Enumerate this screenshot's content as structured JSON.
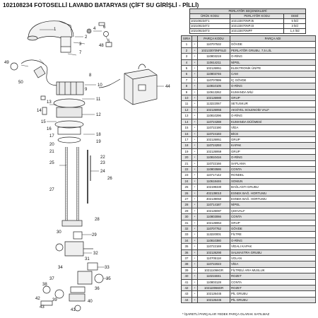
{
  "title": "102108234 FOTOSELLİ LAVABO BATARYASI (ÇİFT SU GİRİŞLİ - PİLLİ)",
  "options": {
    "heading": "PERLATÖR SEÇENEKLERİ",
    "columns": [
      "ÜRÜN KODU",
      "PERLATÖR KODU",
      "DEBİ"
    ],
    "rows": [
      [
        "102108234T1",
        "102133070NPJ5",
        "5 lt/d"
      ],
      [
        "102108234T2",
        "102133070NPJ3",
        "3 lt/d"
      ],
      [
        "102108234T3",
        "102133070NPF",
        "1,4 lt/d"
      ]
    ]
  },
  "parts_table": {
    "columns": [
      "SIRA",
      "",
      "PARÇA KODU",
      "PARÇA ADI"
    ],
    "rows": [
      [
        "1",
        "*",
        "110707532",
        "GÖVDE"
      ],
      [
        "2",
        "*",
        "102133070NPSLD",
        "PERLATÖR GRUBU, 7,5 Lt/L"
      ],
      [
        "3",
        "*",
        "110803219",
        "O-RİNG"
      ],
      [
        "4",
        "*",
        "110614211",
        "NİPEL"
      ],
      [
        "5",
        "*",
        "102126951",
        "ELEKTRONİK ÜNİTE"
      ],
      [
        "6",
        "*",
        "110803746",
        "CAM"
      ],
      [
        "7",
        "*",
        "110707899",
        "İÇ GÖVDE"
      ],
      [
        "8",
        "*",
        "110810105",
        "O-RİNG"
      ],
      [
        "9",
        "*",
        "110613262",
        "KUMANDA MİLİ"
      ],
      [
        "10",
        "*",
        "102126980",
        "GRUP"
      ],
      [
        "11",
        "*",
        "113222067",
        "SETUSKUR"
      ],
      [
        "12",
        "*",
        "102126955",
        "AKSİYEL SOLENOİD VALF"
      ],
      [
        "13",
        "*",
        "110810296",
        "O-RİNG"
      ],
      [
        "14",
        "*",
        "110724288",
        "KUMANDA DÜĞMESİ"
      ],
      [
        "15",
        "*",
        "110722190",
        "VİDA"
      ],
      [
        "16",
        "*",
        "110724193",
        "BİCE"
      ],
      [
        "17",
        "*",
        "102126951",
        "GRUP"
      ],
      [
        "18",
        "*",
        "110724293",
        "KAPAK"
      ],
      [
        "19",
        "*",
        "102126959",
        "GRUP"
      ],
      [
        "20",
        "*",
        "110810416",
        "O-RİNG"
      ],
      [
        "21",
        "*",
        "110722166",
        "SAPLAMA"
      ],
      [
        "22",
        "*",
        "110803586",
        "CONTA"
      ],
      [
        "23",
        "*",
        "110717142",
        "RONDEL"
      ],
      [
        "24",
        "*",
        "110618446",
        "SOMUN"
      ],
      [
        "25",
        "*",
        "102199330",
        "BAĞLANTI GRUBU"
      ],
      [
        "26",
        "*",
        "402139010",
        "ESNEK BAĞ. HORTUMU"
      ],
      [
        "27",
        "*",
        "402139050",
        "ESNEK BAĞ. HORTUMU"
      ],
      [
        "28",
        "*",
        "110714187",
        "NİPEL"
      ],
      [
        "29",
        "*",
        "102126087",
        "ÇEKVALF"
      ],
      [
        "30",
        "*",
        "110803066",
        "CONTA"
      ],
      [
        "31",
        "*",
        "102126964",
        "GRUP"
      ],
      [
        "32",
        "*",
        "110707752",
        "GÖVDE"
      ],
      [
        "33",
        "*",
        "113220001",
        "FİLTRE"
      ],
      [
        "34",
        "*",
        "110810380",
        "O-RİNG"
      ],
      [
        "35",
        "*",
        "110722169",
        "VİDALI KAPAK"
      ],
      [
        "36",
        "*",
        "102126290",
        "SALMASTRA GRUBU"
      ],
      [
        "37",
        "*",
        "110705118",
        "VOLAN"
      ],
      [
        "38",
        "*",
        "110722023",
        "VİDA"
      ],
      [
        "39",
        "*",
        "102111066GR",
        "FİLTRELİ ARA MUSLUK"
      ],
      [
        "40",
        "*",
        "110215041",
        "ROZET"
      ],
      [
        "41",
        "*",
        "110803128",
        "CONTA"
      ],
      [
        "42",
        "*",
        "102110066GR",
        "ROZET"
      ],
      [
        "43",
        "*",
        "102126445",
        "PİL GRUBU"
      ],
      [
        "44",
        "*",
        "102126445",
        "PİL GRUBU"
      ]
    ]
  },
  "footnote": "* İŞARETLİ PARÇALAR YEDEK PARÇA OLARAK SATILMAZ",
  "callouts": {
    "c1": "1",
    "c2": "2",
    "c3": "3",
    "c4": "4",
    "c5": "5",
    "c6": "6",
    "c7": "7",
    "c8": "8",
    "c9": "9",
    "c10": "10",
    "c11": "11",
    "c12": "12",
    "c13": "13",
    "c14": "14",
    "c15": "15",
    "c16": "16",
    "c17": "17",
    "c18": "18",
    "c19": "19",
    "c20": "20",
    "c21": "21",
    "c22": "22",
    "c23": "23",
    "c24": "24",
    "c25": "25",
    "c26": "26",
    "c27": "27",
    "c28": "28",
    "c29": "29",
    "c30": "30",
    "c31": "31",
    "c32": "32",
    "c33": "33",
    "c34": "34",
    "c35": "35",
    "c36": "36",
    "c37": "37",
    "c38": "38",
    "c39": "39",
    "c40": "40",
    "c41": "41",
    "c42": "42",
    "c43": "43",
    "c44": "44",
    "c48": "48",
    "c49": "49",
    "c50": "50"
  }
}
